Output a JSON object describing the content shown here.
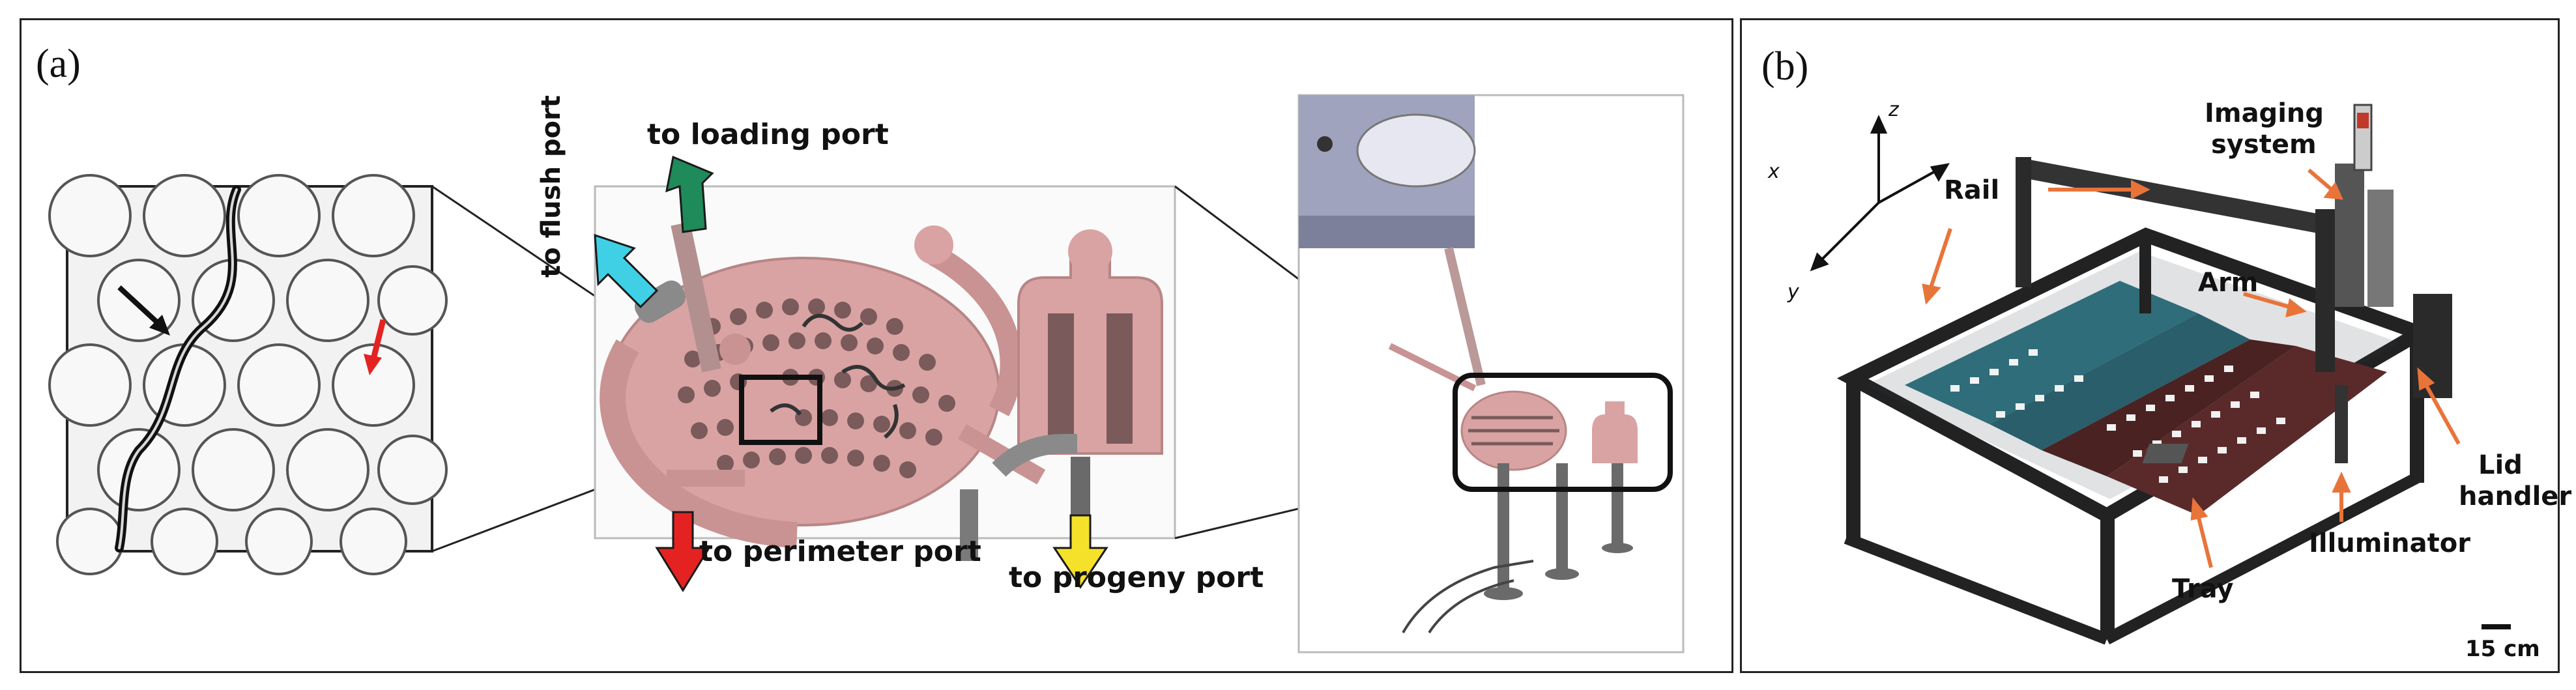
{
  "panel_a": {
    "label": "(a)",
    "to_flush_port": "to flush port",
    "to_loading_port": "to loading port",
    "to_perimeter_port": "to perimeter port",
    "to_progeny_port": "to progeny port"
  },
  "panel_b": {
    "label": "(b)",
    "axis_z": "z",
    "axis_x": "x",
    "axis_y": "y",
    "imaging_system_1": "Imaging",
    "imaging_system_2": "system",
    "rail": "Rail",
    "arm": "Arm",
    "lid_handler_1": "Lid",
    "lid_handler_2": "handler",
    "illuminator": "Illuminator",
    "tray": "Tray",
    "scale": "15 cm"
  },
  "colors": {
    "flush_arrow": "#3fd0e6",
    "loading_arrow": "#1f8a5a",
    "perimeter_arrow": "#e52222",
    "progeny_arrow": "#f5e12a",
    "device_pink": "#d9a3a3",
    "callout_orange": "#e8743a"
  }
}
